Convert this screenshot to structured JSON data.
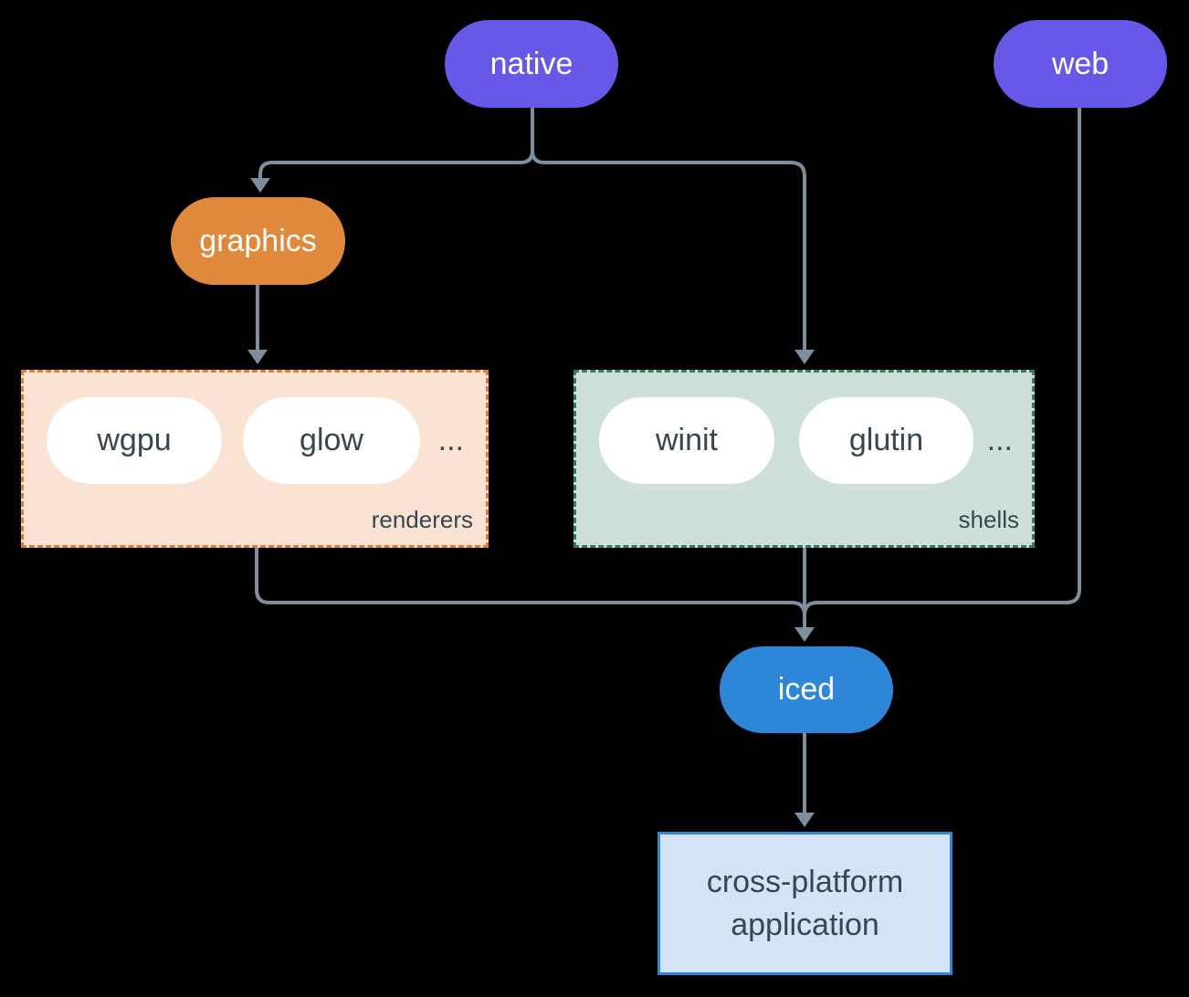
{
  "theme": {
    "purple": "#6658e9",
    "orange": "#e0883c",
    "orange-border": "#e07e2c",
    "peach": "#fae3d3",
    "teal-border": "#2f7c6c",
    "sage": "#cfe0d9",
    "blue": "#2d86d8",
    "light-blue": "#d4e4f6",
    "ink": "#36474f",
    "line": "#7d8e9e",
    "pill-text": "#ffffff",
    "background": "#000000"
  },
  "diagram": {
    "nodes": {
      "native": {
        "label": "native"
      },
      "web": {
        "label": "web"
      },
      "graphics": {
        "label": "graphics"
      },
      "iced": {
        "label": "iced"
      },
      "app": {
        "line1": "cross-platform",
        "line2": "application"
      }
    },
    "groups": {
      "renderers": {
        "label": "renderers",
        "items": [
          "wgpu",
          "glow"
        ],
        "ellipsis": "..."
      },
      "shells": {
        "label": "shells",
        "items": [
          "winit",
          "glutin"
        ],
        "ellipsis": "..."
      }
    }
  }
}
